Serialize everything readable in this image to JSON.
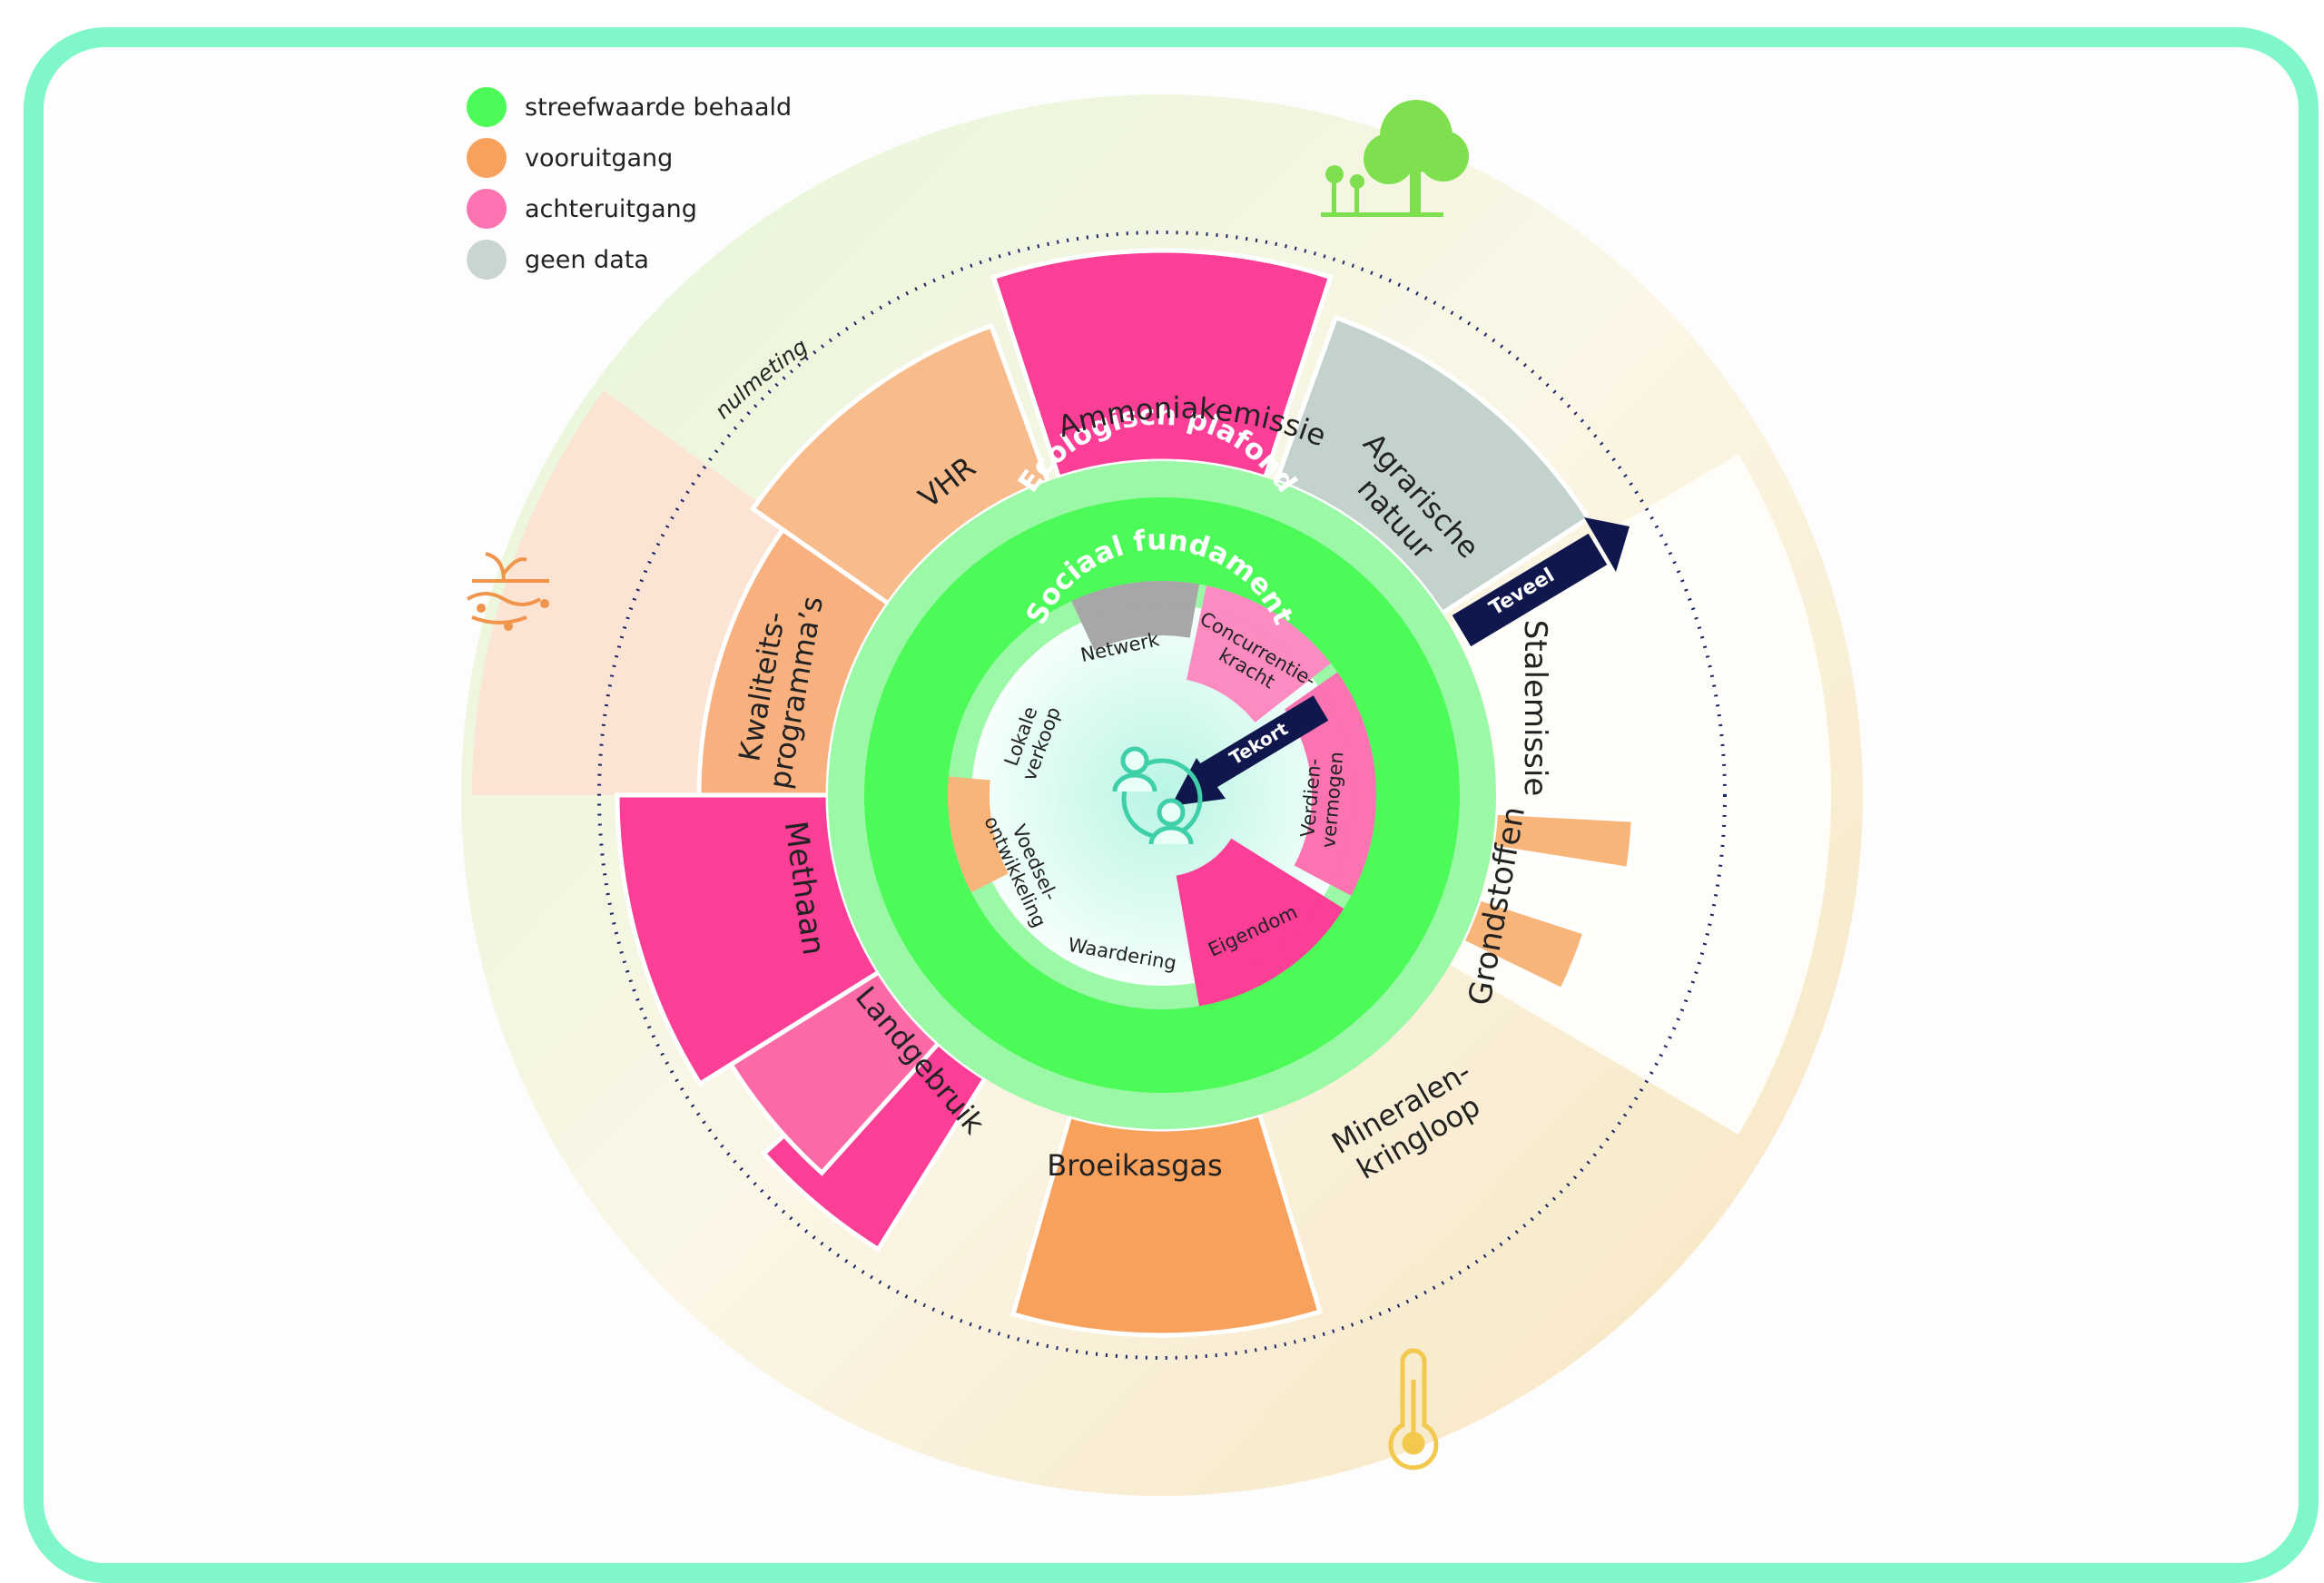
{
  "legend": [
    {
      "label": "streefwaarde behaald",
      "color": "#4cfa58"
    },
    {
      "label": "vooruitgang",
      "color": "#f8a15c"
    },
    {
      "label": "achteruitgang",
      "color": "#fb73b0"
    },
    {
      "label": "geen data",
      "color": "#c9d6d0"
    }
  ],
  "rings": {
    "ecological": "Ecologisch plafond",
    "social": "Sociaal fundament",
    "baseline": "nulmeting"
  },
  "arrows": {
    "too_much": "Teveel",
    "shortage": "Tekort"
  },
  "ecological_segments": [
    {
      "label": "Ammoniakemissie",
      "status": "achteruitgang"
    },
    {
      "label": "Agrarische natuur",
      "status": "geen data"
    },
    {
      "label": "Stalemissie",
      "status": "streefwaarde behaald"
    },
    {
      "label": "Grondstoffen",
      "status": "vooruitgang"
    },
    {
      "label": "Mineralen-kringloop",
      "status": "streefwaarde behaald"
    },
    {
      "label": "Broeikasgas",
      "status": "vooruitgang"
    },
    {
      "label": "Landgebruik",
      "status": "achteruitgang"
    },
    {
      "label": "Methaan",
      "status": "achteruitgang"
    },
    {
      "label": "Kwaliteits-programma's",
      "status": "vooruitgang"
    },
    {
      "label": "VHR",
      "status": "vooruitgang"
    }
  ],
  "social_segments": [
    {
      "label": "Netwerk",
      "status": "geen data"
    },
    {
      "label": "Concurrentie-kracht",
      "status": "achteruitgang"
    },
    {
      "label": "Verdien-vermogen",
      "status": "achteruitgang"
    },
    {
      "label": "Eigendom",
      "status": "achteruitgang"
    },
    {
      "label": "Waardering",
      "status": "streefwaarde behaald"
    },
    {
      "label": "Voedsel-ontwikkeling",
      "status": "vooruitgang"
    },
    {
      "label": "Lokale verkoop",
      "status": "streefwaarde behaald"
    }
  ],
  "icons": [
    "tree-icon",
    "soil-worm-icon",
    "thermometer-icon",
    "people-icon"
  ]
}
